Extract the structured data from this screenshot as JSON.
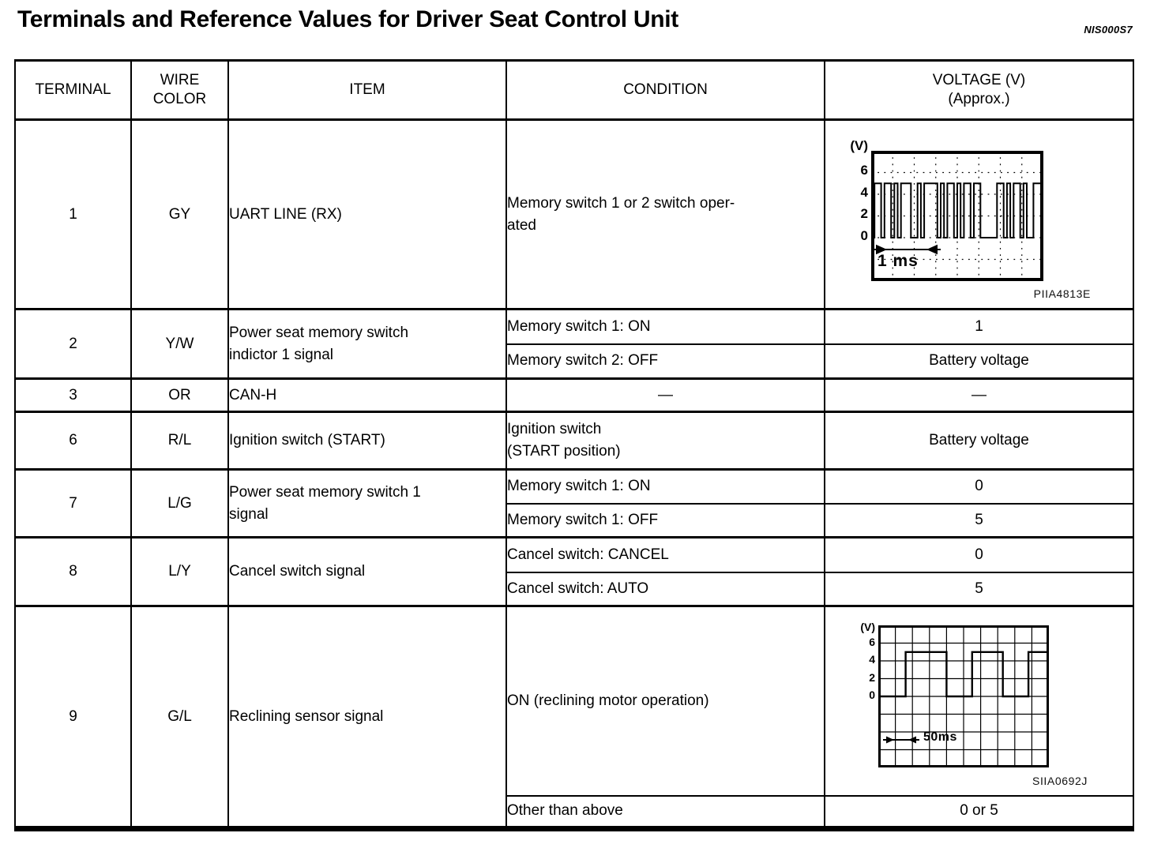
{
  "page": {
    "title": "Terminals and Reference Values for Driver Seat Control Unit",
    "doc_code": "NIS000S7"
  },
  "table": {
    "headers": {
      "terminal": "TERMINAL",
      "wire": "WIRE\nCOLOR",
      "item": "ITEM",
      "condition": "CONDITION",
      "voltage": "VOLTAGE (V)\n(Approx.)"
    },
    "rows": {
      "r1": {
        "terminal": "1",
        "wire": "GY",
        "item": "UART LINE (RX)",
        "condition": "Memory switch 1 or 2 switch oper-\nated"
      },
      "r2": {
        "terminal": "2",
        "wire": "Y/W",
        "item": "Power seat memory switch\nindictor 1 signal",
        "sub1": {
          "condition": "Memory switch 1: ON",
          "voltage": "1"
        },
        "sub2": {
          "condition": "Memory switch 2: OFF",
          "voltage": "Battery voltage"
        }
      },
      "r3": {
        "terminal": "3",
        "wire": "OR",
        "item": "CAN-H",
        "condition": "—",
        "voltage": "—"
      },
      "r6": {
        "terminal": "6",
        "wire": "R/L",
        "item": "Ignition switch (START)",
        "condition": "Ignition switch\n(START position)",
        "voltage": "Battery voltage"
      },
      "r7": {
        "terminal": "7",
        "wire": "L/G",
        "item": "Power seat memory switch 1\nsignal",
        "sub1": {
          "condition": "Memory switch 1: ON",
          "voltage": "0"
        },
        "sub2": {
          "condition": "Memory switch 1: OFF",
          "voltage": "5"
        }
      },
      "r8": {
        "terminal": "8",
        "wire": "L/Y",
        "item": "Cancel switch signal",
        "sub1": {
          "condition": "Cancel switch: CANCEL",
          "voltage": "0"
        },
        "sub2": {
          "condition": "Cancel switch: AUTO",
          "voltage": "5"
        }
      },
      "r9": {
        "terminal": "9",
        "wire": "G/L",
        "item": "Reclining sensor signal",
        "sub1": {
          "condition": "ON (reclining motor operation)"
        },
        "sub2": {
          "condition": "Other than above",
          "voltage": "0 or 5"
        }
      }
    }
  },
  "scopes": {
    "uart": {
      "type": "line",
      "unit_label": "(V)",
      "y_ticks": [
        "6",
        "4",
        "2",
        "0"
      ],
      "volts_per_div": 2,
      "zero_line": 4,
      "high_v": 5,
      "low_v": 0,
      "cols": 8,
      "rows": 6,
      "grid": "dotted",
      "time_label": "1 ms",
      "caption": "PIIA4813E",
      "bits": "0110110101110010111101011010110110000011010110100111"
    },
    "reclining": {
      "type": "line",
      "unit_label": "(V)",
      "y_ticks": [
        "6",
        "4",
        "2",
        "0"
      ],
      "volts_per_div": 2,
      "zero_line": 4,
      "high_v": 5,
      "low_v": 0,
      "cols": 10,
      "rows": 8,
      "grid": "solid",
      "time_label": "50ms",
      "caption": "SIIA0692J",
      "segments": [
        [
          0,
          0
        ],
        [
          1.6,
          0
        ],
        [
          1.6,
          5
        ],
        [
          4,
          5
        ],
        [
          4,
          0
        ],
        [
          5.5,
          0
        ],
        [
          5.5,
          5
        ],
        [
          7.3,
          5
        ],
        [
          7.3,
          0
        ],
        [
          8.8,
          0
        ],
        [
          8.8,
          5
        ],
        [
          10,
          5
        ]
      ]
    }
  }
}
